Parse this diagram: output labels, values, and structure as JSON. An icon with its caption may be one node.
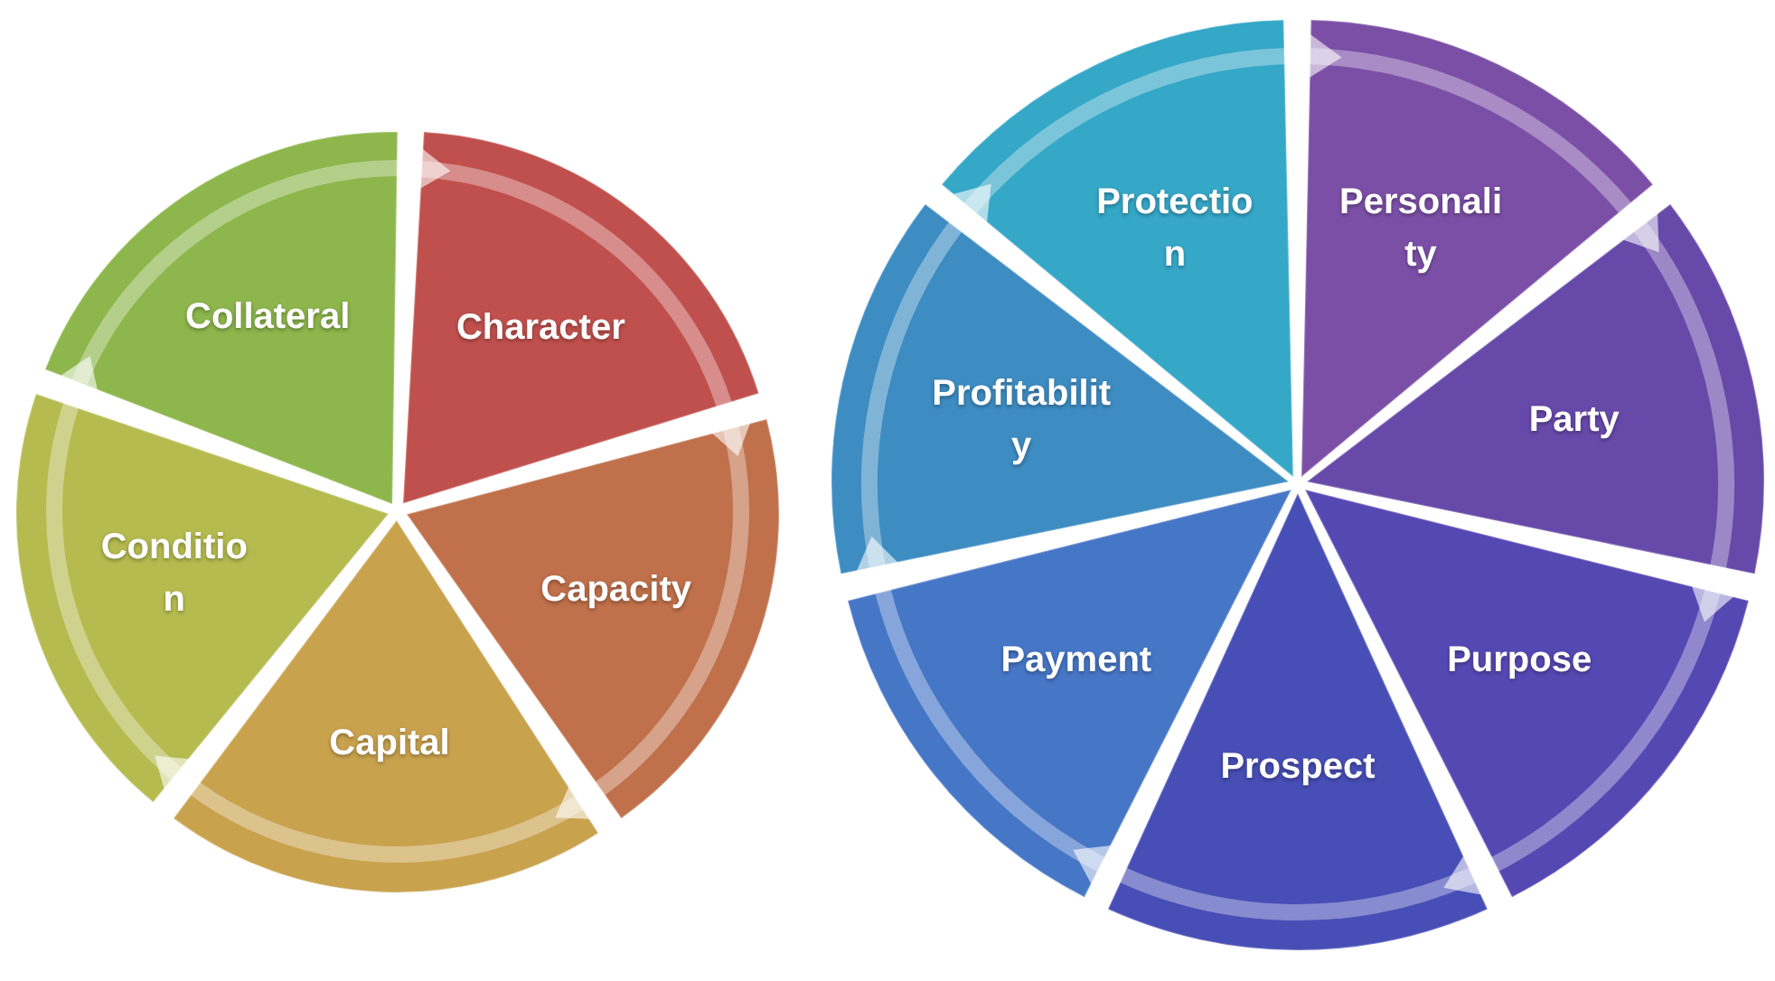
{
  "diagram": {
    "nodes": [
      {
        "text": [
          "Character"
        ]
      },
      {
        "text": [
          "Capacity"
        ]
      },
      {
        "text": [
          "Capital"
        ]
      },
      {
        "text": [
          "Conditio n"
        ]
      },
      {
        "text": [
          "Collateral"
        ]
      },
      {
        "text": [
          "Personali ty"
        ]
      },
      {
        "text": [
          "Party"
        ]
      },
      {
        "text": [
          "Purpose"
        ]
      },
      {
        "text": [
          "Prospect"
        ]
      },
      {
        "text": [
          "Payment"
        ]
      },
      {
        "text": [
          "Profitabilit y"
        ]
      },
      {
        "text": [
          "Protectio n"
        ]
      }
    ],
    "edges": [
      {
        "from": 0,
        "to": 1,
        "arrow": "to"
      },
      {
        "from": 1,
        "to": 2,
        "arrow": "to"
      },
      {
        "from": 2,
        "to": 3,
        "arrow": "to"
      },
      {
        "from": 3,
        "to": 4,
        "arrow": "to"
      },
      {
        "from": 4,
        "to": 0,
        "arrow": "to"
      },
      {
        "from": 5,
        "to": 6,
        "arrow": "to"
      },
      {
        "from": 6,
        "to": 7,
        "arrow": "to"
      },
      {
        "from": 7,
        "to": 8,
        "arrow": "to"
      },
      {
        "from": 8,
        "to": 9,
        "arrow": "to"
      },
      {
        "from": 9,
        "to": 10,
        "arrow": "to"
      },
      {
        "from": 10,
        "to": 11,
        "arrow": "to"
      },
      {
        "from": 11,
        "to": 5,
        "arrow": "to"
      }
    ]
  }
}
